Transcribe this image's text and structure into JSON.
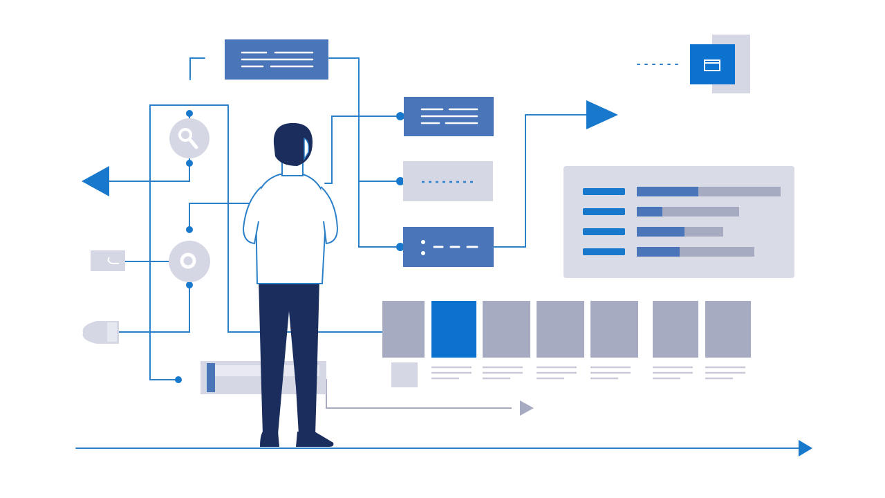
{
  "colors": {
    "background": "#ffffff",
    "primary_blue": "#1778cc",
    "line_blue": "#2a7fc9",
    "card_blue": "#4a75b8",
    "bright_blue": "#0b72cf",
    "gray_light": "#d5d7e4",
    "gray_panel": "#d9dbe6",
    "gray_mid": "#a7abc2",
    "gray_text": "#c9ccd8",
    "navy": "#1a2d5c",
    "shirt": "#ffffff",
    "skin": "#ffffff"
  },
  "icons": [
    "search-icon",
    "circle-icon",
    "window-icon",
    "arrow-left-icon",
    "arrow-right-icon"
  ],
  "progress_panel": {
    "bars": [
      {
        "level": 0.43
      },
      {
        "level": 0.18
      },
      {
        "level": 0.33
      },
      {
        "level": 0.3
      }
    ]
  },
  "tiles": [
    {
      "highlight": false
    },
    {
      "highlight": true
    },
    {
      "highlight": false
    },
    {
      "highlight": false
    },
    {
      "highlight": false
    },
    {
      "highlight": false
    },
    {
      "highlight": false
    }
  ]
}
